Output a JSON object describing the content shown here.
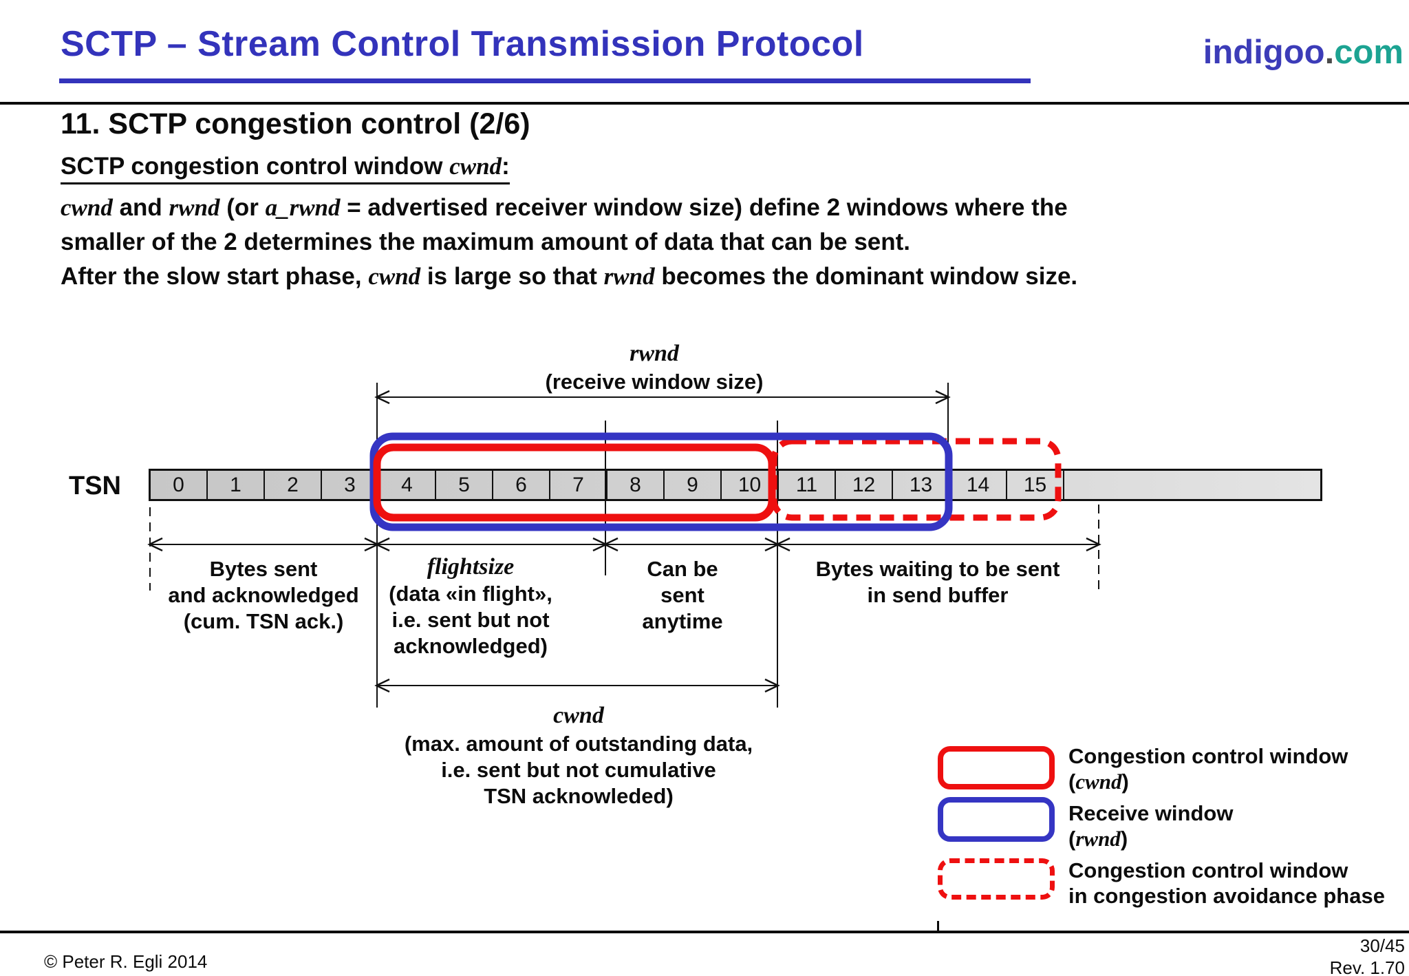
{
  "colors": {
    "title_blue": "#3333bb",
    "logo_blue": "#3c3cb8",
    "logo_teal": "#1ca392",
    "accent_red": "#ee1010",
    "accent_blue": "#3535c3"
  },
  "header": {
    "title": "SCTP – Stream Control Transmission Protocol",
    "logo": {
      "part1": "indigoo",
      "dot": ".",
      "part2": "com"
    }
  },
  "section": {
    "heading": "11. SCTP congestion control (2/6)",
    "subheading": [
      {
        "t": "SCTP congestion control window ",
        "m": false
      },
      {
        "t": "cwnd",
        "m": true
      },
      {
        "t": ":",
        "m": false
      }
    ],
    "body_line1": [
      {
        "t": "cwnd",
        "m": true
      },
      {
        "t": " and ",
        "m": false
      },
      {
        "t": "rwnd",
        "m": true
      },
      {
        "t": " (or ",
        "m": false
      },
      {
        "t": "a_rwnd",
        "m": true
      },
      {
        "t": " = advertised receiver window size) define 2 windows where the",
        "m": false
      }
    ],
    "body_line2": [
      {
        "t": "smaller of the 2 determines the maximum amount of data that can be sent.",
        "m": false
      }
    ],
    "body_line3": [
      {
        "t": "After the slow start phase, ",
        "m": false
      },
      {
        "t": "cwnd",
        "m": true
      },
      {
        "t": " is large so that ",
        "m": false
      },
      {
        "t": "rwnd",
        "m": true
      },
      {
        "t": " becomes the dominant window size.",
        "m": false
      }
    ]
  },
  "diagram": {
    "tsn_label": "TSN",
    "segments": [
      "0",
      "1",
      "2",
      "3",
      "4",
      "5",
      "6",
      "7",
      "8",
      "9",
      "10",
      "11",
      "12",
      "13",
      "14",
      "15"
    ],
    "rwnd_arrow": {
      "title": "rwnd",
      "subtitle": "(receive window size)"
    },
    "labels": {
      "sent_acked": [
        "Bytes sent",
        "and acknowledged",
        "(cum. TSN ack.)"
      ],
      "flightsize_title": "flightsize",
      "flightsize_lines": [
        "(data «in flight»,",
        "i.e. sent but not",
        "acknowledged)"
      ],
      "can_be_sent": [
        "Can be",
        "sent",
        "anytime"
      ],
      "waiting": [
        "Bytes waiting to be sent",
        "in send buffer"
      ],
      "cwnd_title": "cwnd",
      "cwnd_lines": [
        "(max. amount of outstanding data,",
        "i.e. sent but not cumulative",
        "TSN acknowleded)"
      ]
    }
  },
  "legend": {
    "items": [
      {
        "style": "red-solid",
        "lines": [
          [
            {
              "t": "Congestion control window",
              "m": false
            }
          ],
          [
            {
              "t": "(",
              "m": false
            },
            {
              "t": "cwnd",
              "m": true
            },
            {
              "t": ")",
              "m": false
            }
          ]
        ]
      },
      {
        "style": "blue-solid",
        "lines": [
          [
            {
              "t": "Receive window",
              "m": false
            }
          ],
          [
            {
              "t": "(",
              "m": false
            },
            {
              "t": "rwnd",
              "m": true
            },
            {
              "t": ")",
              "m": false
            }
          ]
        ]
      },
      {
        "style": "red-dashed",
        "lines": [
          [
            {
              "t": "Congestion control window",
              "m": false
            }
          ],
          [
            {
              "t": "in congestion avoidance phase",
              "m": false
            }
          ]
        ]
      }
    ]
  },
  "footer": {
    "copyright": "© Peter R. Egli 2014",
    "page": "30/45",
    "revision": "Rev. 1.70"
  }
}
